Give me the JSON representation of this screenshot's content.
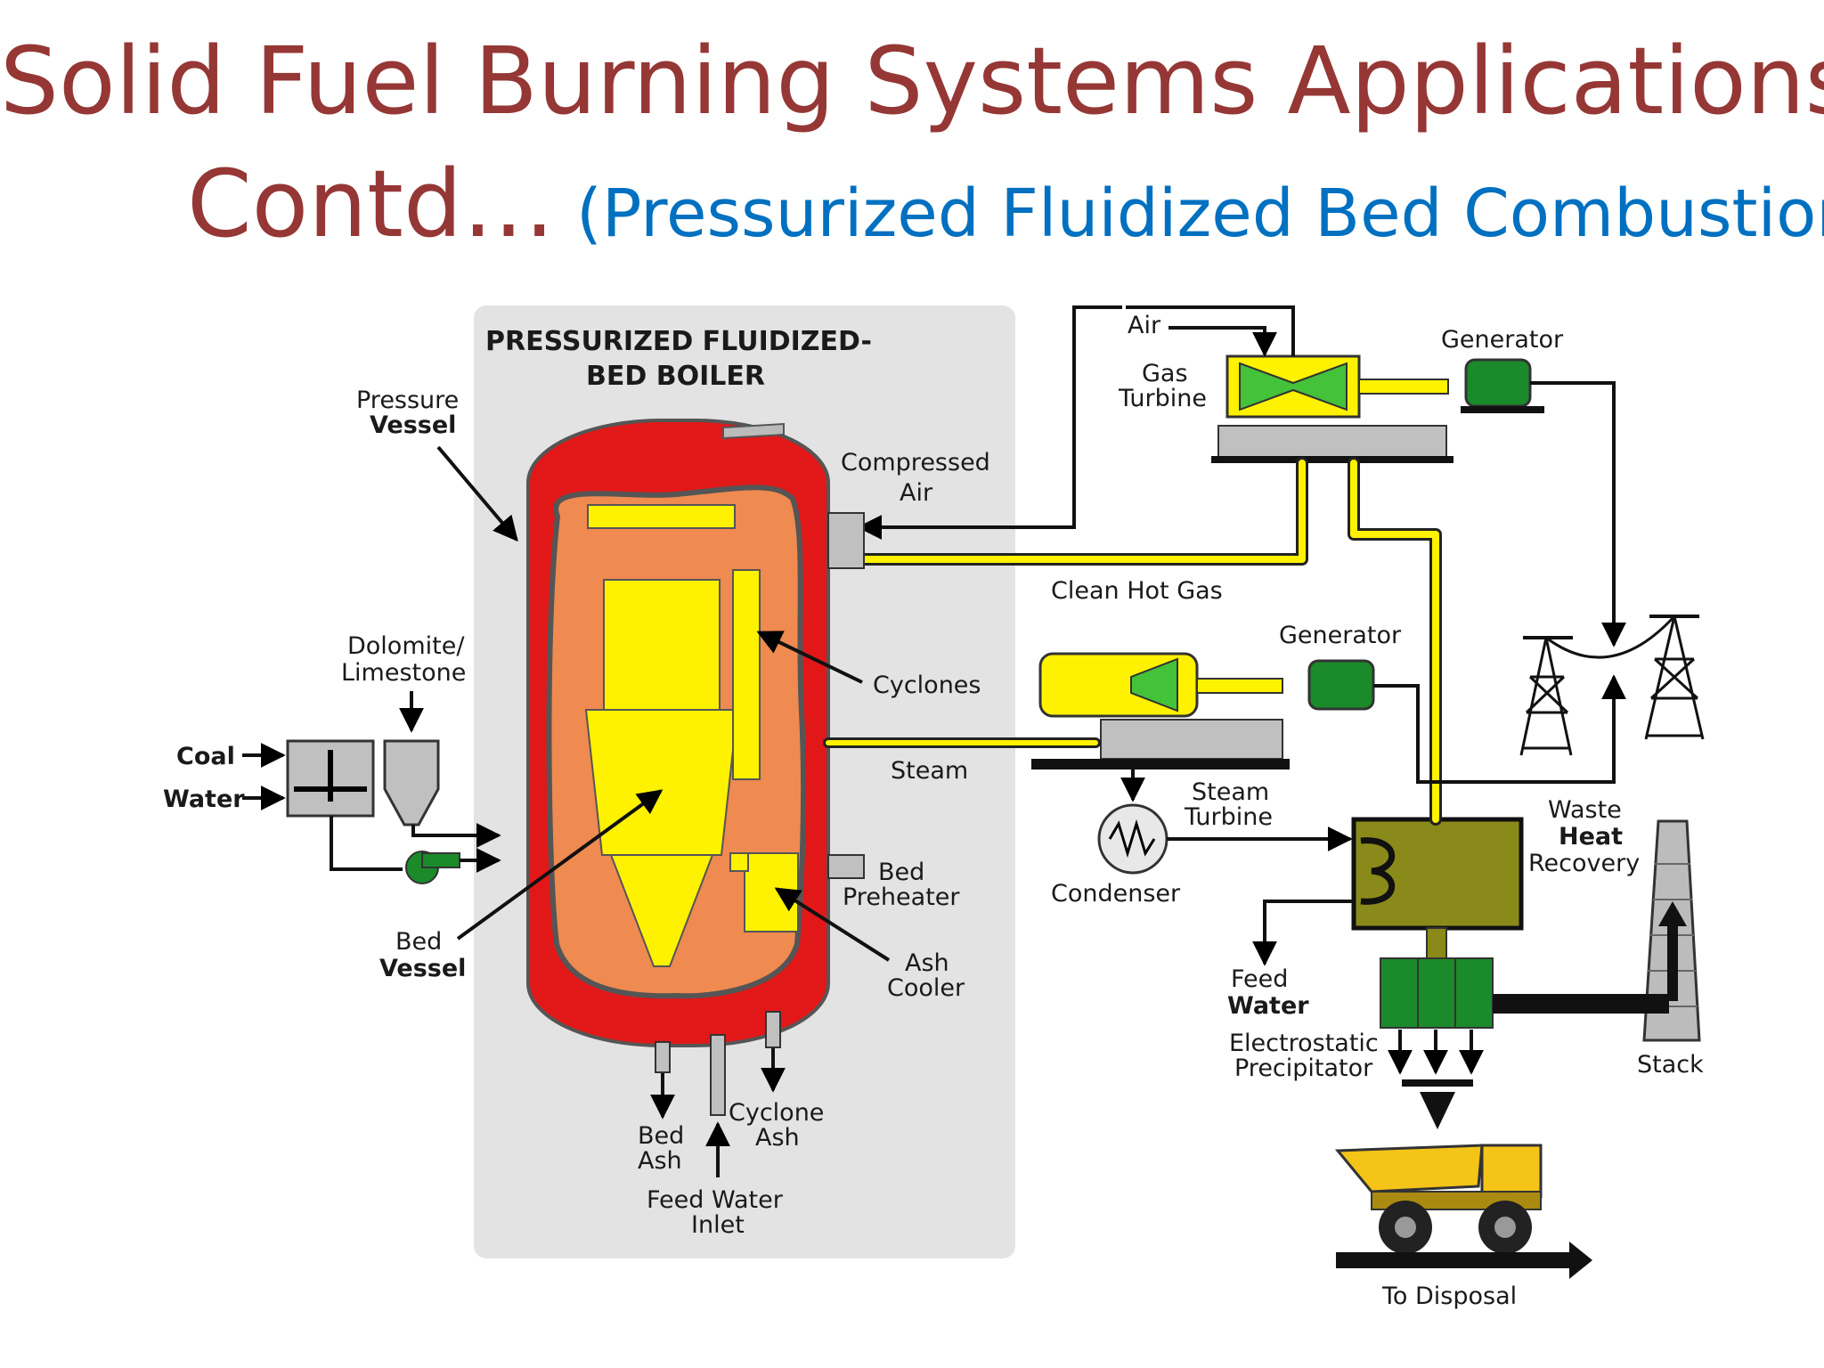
{
  "slide": {
    "title_line1": "Solid Fuel Burning Systems Applications",
    "title_line2": "Contd…",
    "subtitle": "(Pressurized Fluidized Bed Combustion)"
  },
  "diagram": {
    "boiler_title_1": "PRESSURIZED FLUIDIZED-",
    "boiler_title_2": "BED BOILER",
    "labels": {
      "pressure": "Pressure",
      "vessel": "Vessel",
      "compressed": "Compressed",
      "air": "Air",
      "air_top": "Air",
      "gas": "Gas",
      "turbine": "Turbine",
      "generator_top": "Generator",
      "clean_hot_gas": "Clean Hot Gas",
      "generator_mid": "Generator",
      "dolomite": "Dolomite/",
      "limestone": "Limestone",
      "cyclones": "Cyclones",
      "coal": "Coal",
      "water": "Water",
      "steam": "Steam",
      "steam_turbine_1": "Steam",
      "steam_turbine_2": "Turbine",
      "waste": "Waste",
      "heat": "Heat",
      "recovery": "Recovery",
      "bed_pre": "Bed",
      "preheater": "Preheater",
      "condenser": "Condenser",
      "bed_v": "Bed",
      "vessel_v": "Vessel",
      "ash_a": "Ash",
      "cooler": "Cooler",
      "feed": "Feed",
      "water_fw": "Water",
      "electrostatic": "Electrostatic",
      "precipitator": "Precipitator",
      "stack": "Stack",
      "cyclone_ash_1": "Cyclone",
      "cyclone_ash_2": "Ash",
      "bed_ash_1": "Bed",
      "bed_ash_2": "Ash",
      "feed_water_inlet_1": "Feed Water",
      "feed_water_inlet_2": "Inlet",
      "to_disposal": "To Disposal"
    }
  },
  "colors": {
    "title": "#953735",
    "subtitle": "#0070c0",
    "vessel_red": "#e21818",
    "bed_orange": "#ef8a50",
    "yellow": "#fff200",
    "green": "#1a8a2a",
    "olive": "#8a8a1a",
    "gray": "#c0c0c0"
  }
}
